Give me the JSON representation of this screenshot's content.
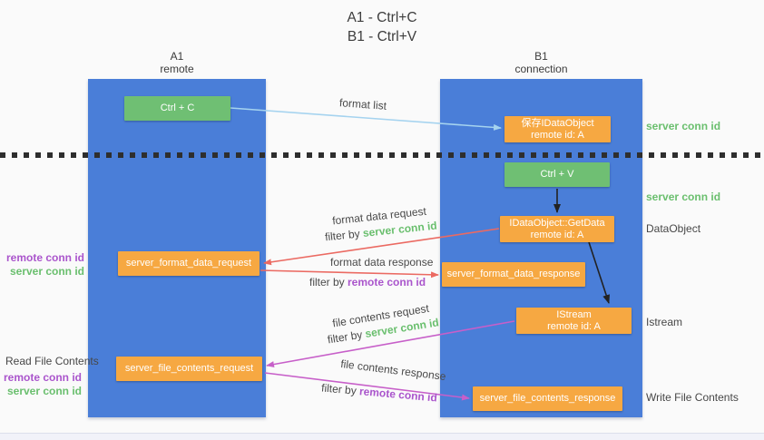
{
  "title": {
    "line1": "A1 - Ctrl+C",
    "line2": "B1 - Ctrl+V"
  },
  "lanes": {
    "left": {
      "name": "A1",
      "subtitle": "remote"
    },
    "right": {
      "name": "B1",
      "subtitle": "connection"
    }
  },
  "nodes": {
    "ctrl_c": {
      "label": "Ctrl + C"
    },
    "ctrl_v": {
      "label": "Ctrl + V"
    },
    "save_idataobject": {
      "line1": "保存IDataObject",
      "line2": "remote id: A"
    },
    "getdata": {
      "line1": "IDataObject::GetData",
      "line2": "remote id: A"
    },
    "istream": {
      "line1": "IStream",
      "line2": "remote id: A"
    },
    "server_format_data_request": {
      "label": "server_format_data_request"
    },
    "server_format_data_response": {
      "label": "server_format_data_response"
    },
    "server_file_contents_request": {
      "label": "server_file_contents_request"
    },
    "server_file_contents_response": {
      "label": "server_file_contents_response"
    }
  },
  "side_labels": {
    "server_conn_id_top": "server conn id",
    "server_conn_id_mid": "server conn id",
    "dataobject": "DataObject",
    "istream": "Istream",
    "write_file_contents": "Write File Contents",
    "read_file_contents": "Read File Contents",
    "remote_conn_id_1": "remote conn id",
    "server_conn_id_1": "server conn id",
    "remote_conn_id_2": "remote conn id",
    "server_conn_id_2": "server conn id"
  },
  "arrows": {
    "format_list": {
      "label": "format list"
    },
    "format_data_request": {
      "label": "format data request",
      "filter_prefix": "filter by ",
      "filter_value": "server conn id"
    },
    "format_data_response": {
      "label": "format data response",
      "filter_prefix": "filter by ",
      "filter_value": "remote conn id"
    },
    "file_contents_request": {
      "label": "file contents request",
      "filter_prefix": "filter by ",
      "filter_value": "server conn id"
    },
    "file_contents_response": {
      "label": "file contents response",
      "filter_prefix": "filter by ",
      "filter_value": "remote conn id"
    }
  },
  "colors": {
    "lane_blue": "#4a7ed8",
    "node_green": "#6fbf73",
    "node_orange": "#f6a842",
    "arrow_blue": "#a5d3ef",
    "arrow_red": "#eb6a62",
    "arrow_magenta": "#c75fc9",
    "arrow_black": "#222222",
    "text_green": "#6abf6e",
    "text_purple": "#aa55cc"
  }
}
